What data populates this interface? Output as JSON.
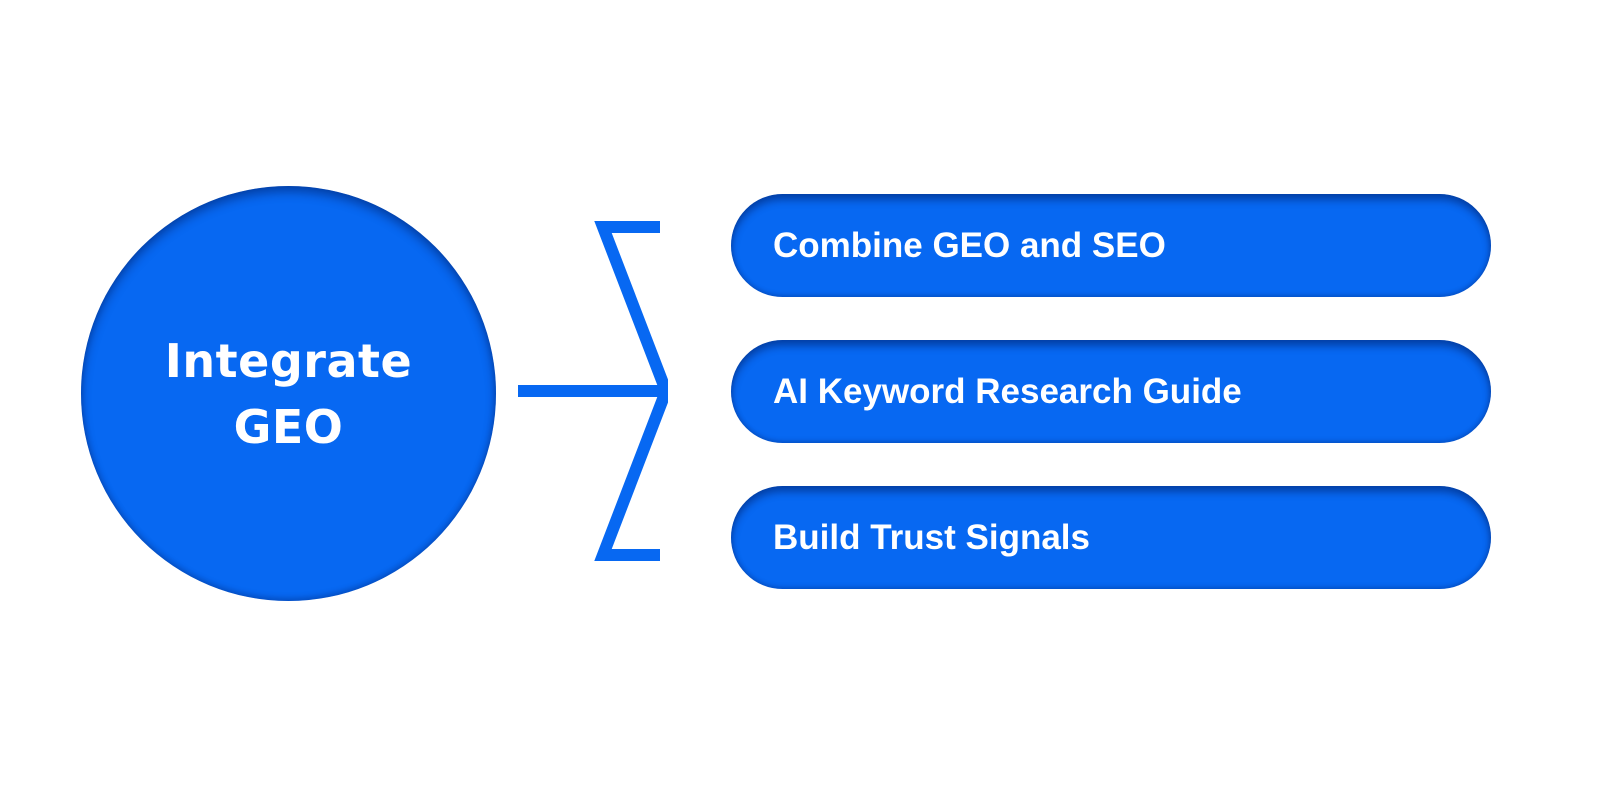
{
  "theme": {
    "accent": "#0768f2",
    "text": "#ffffff",
    "background": "#ffffff"
  },
  "hub": {
    "label": "Integrate\nGEO"
  },
  "items": [
    {
      "label": "Combine GEO and SEO"
    },
    {
      "label": "AI Keyword Research Guide"
    },
    {
      "label": "Build Trust Signals"
    }
  ]
}
